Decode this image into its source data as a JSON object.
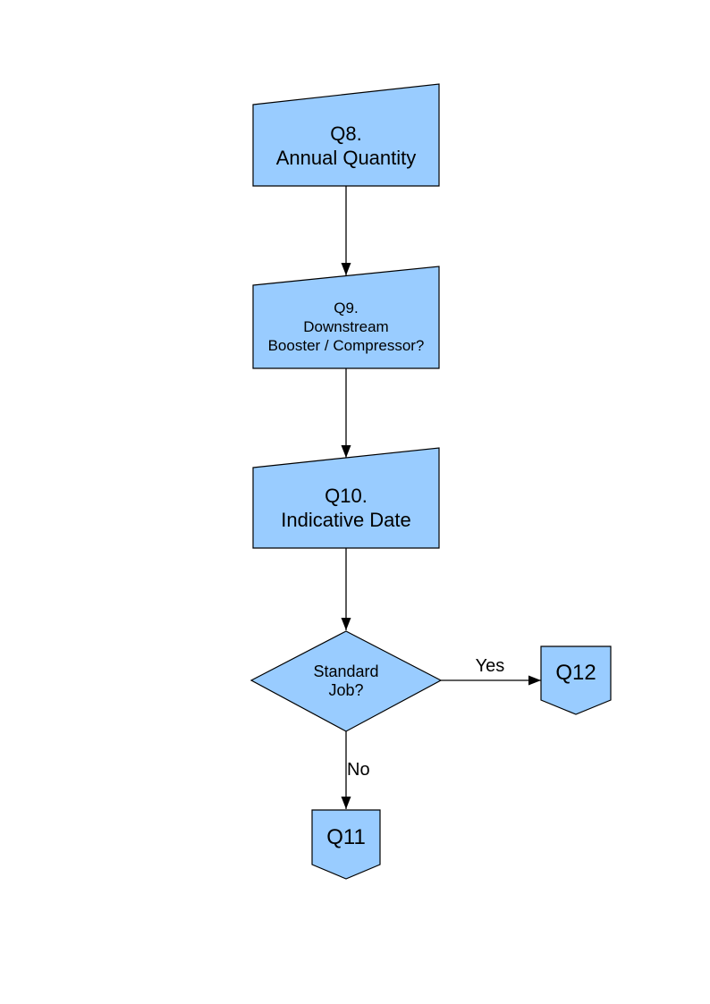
{
  "nodes": {
    "q8": {
      "lines": [
        "Q8.",
        "Annual Quantity"
      ]
    },
    "q9": {
      "lines": [
        "Q9.",
        "Downstream",
        "Booster / Compressor?"
      ]
    },
    "q10": {
      "lines": [
        "Q10.",
        "Indicative Date"
      ]
    },
    "decision": {
      "lines": [
        "Standard",
        "Job?"
      ]
    },
    "q11": {
      "label": "Q11"
    },
    "q12": {
      "label": "Q12"
    }
  },
  "edges": {
    "yes_label": "Yes",
    "no_label": "No"
  },
  "colors": {
    "node_fill": "#99CCFF",
    "node_border": "#000000",
    "connector": "#000000",
    "background": "#FFFFFF"
  }
}
